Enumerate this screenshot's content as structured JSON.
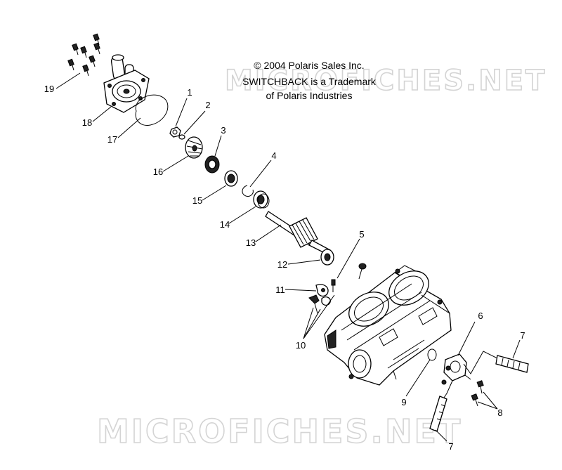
{
  "watermark": {
    "text": "MICROFICHES.NET"
  },
  "notice": {
    "line1": "© 2004 Polaris Sales Inc.",
    "line2": "SWITCHBACK is a Trademark",
    "line3": "of Polaris Industries"
  },
  "callouts": {
    "c1": "1",
    "c2": "2",
    "c3": "3",
    "c4": "4",
    "c5": "5",
    "c6": "6",
    "c7a": "7",
    "c7b": "7",
    "c8": "8",
    "c9": "9",
    "c10": "10",
    "c11": "11",
    "c12": "12",
    "c13": "13",
    "c14": "14",
    "c15": "15",
    "c16": "16",
    "c17": "17",
    "c18": "18",
    "c19": "19"
  }
}
